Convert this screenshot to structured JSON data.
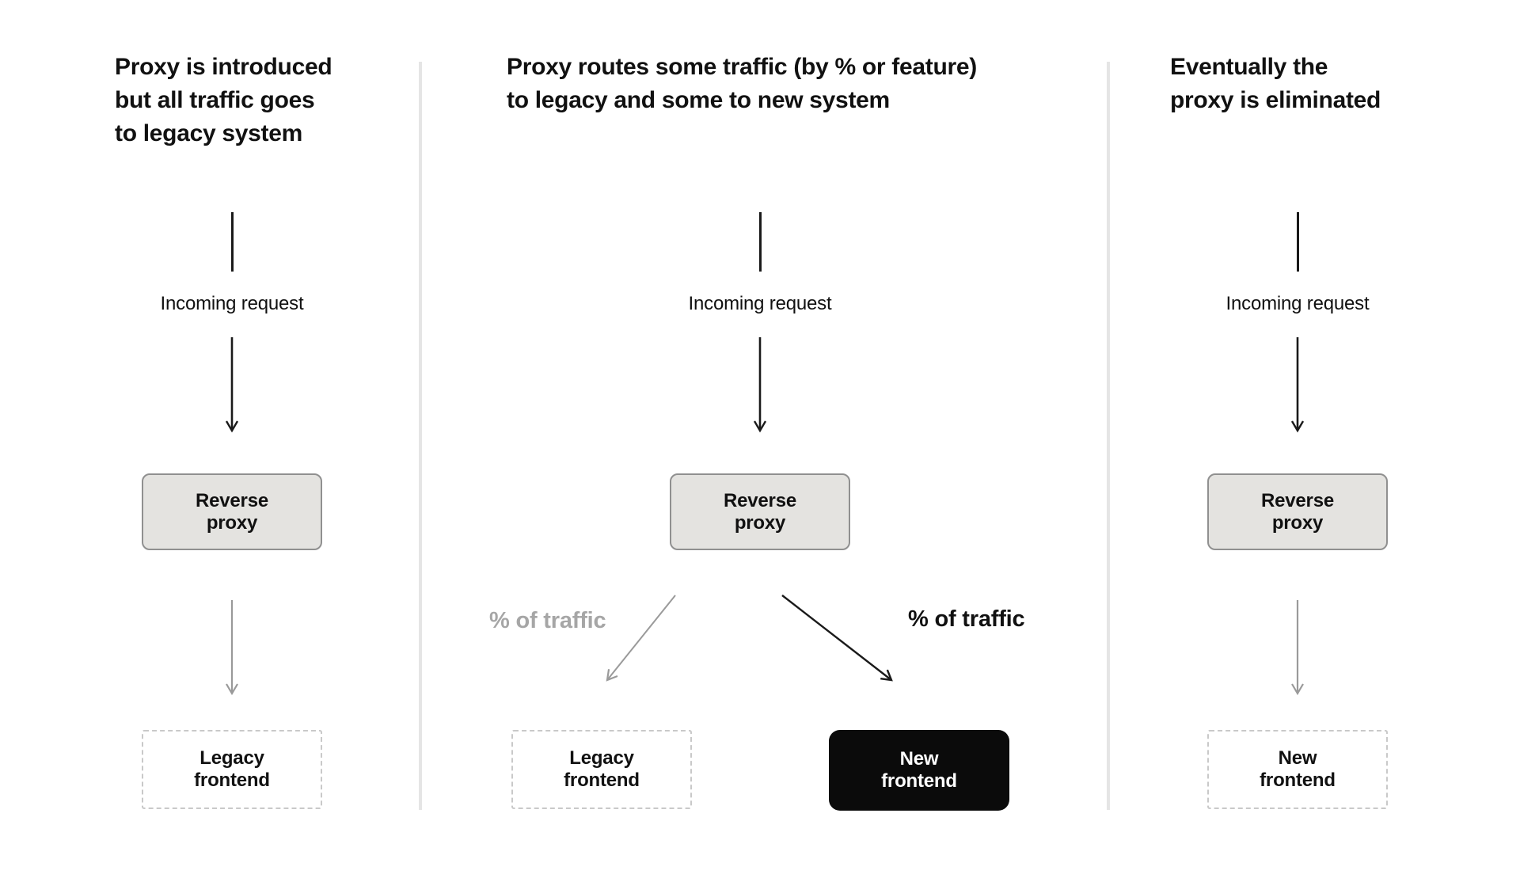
{
  "diagram": {
    "panels": [
      {
        "title": "Proxy is introduced\nbut all traffic goes\nto legacy system",
        "incoming_label": "Incoming request",
        "proxy_label": "Reverse\nproxy",
        "legacy_box_label": "Legacy\nfrontend"
      },
      {
        "title": "Proxy routes some traffic (by % or feature)\nto legacy and some to new system",
        "incoming_label": "Incoming request",
        "proxy_label": "Reverse\nproxy",
        "percent_to_legacy_label": "% of traffic",
        "percent_to_new_label": "% of traffic",
        "legacy_box_label": "Legacy\nfrontend",
        "new_box_label": "New\nfrontend"
      },
      {
        "title": "Eventually the\nproxy is eliminated",
        "incoming_label": "Incoming request",
        "proxy_label": "Reverse\nproxy",
        "new_box_label": "New\nfrontend"
      }
    ],
    "colors": {
      "background": "#ffffff",
      "text": "#111111",
      "muted_text": "#a6a6a6",
      "arrow_black": "#1a1a1a",
      "arrow_gray": "#9a9a9a",
      "proxy_box_fill": "#e4e3e0",
      "proxy_box_border": "#909090",
      "dashed_box_border": "#c9c9c9",
      "solid_box_fill": "#0b0b0b",
      "divider": "#e5e5e5"
    }
  }
}
